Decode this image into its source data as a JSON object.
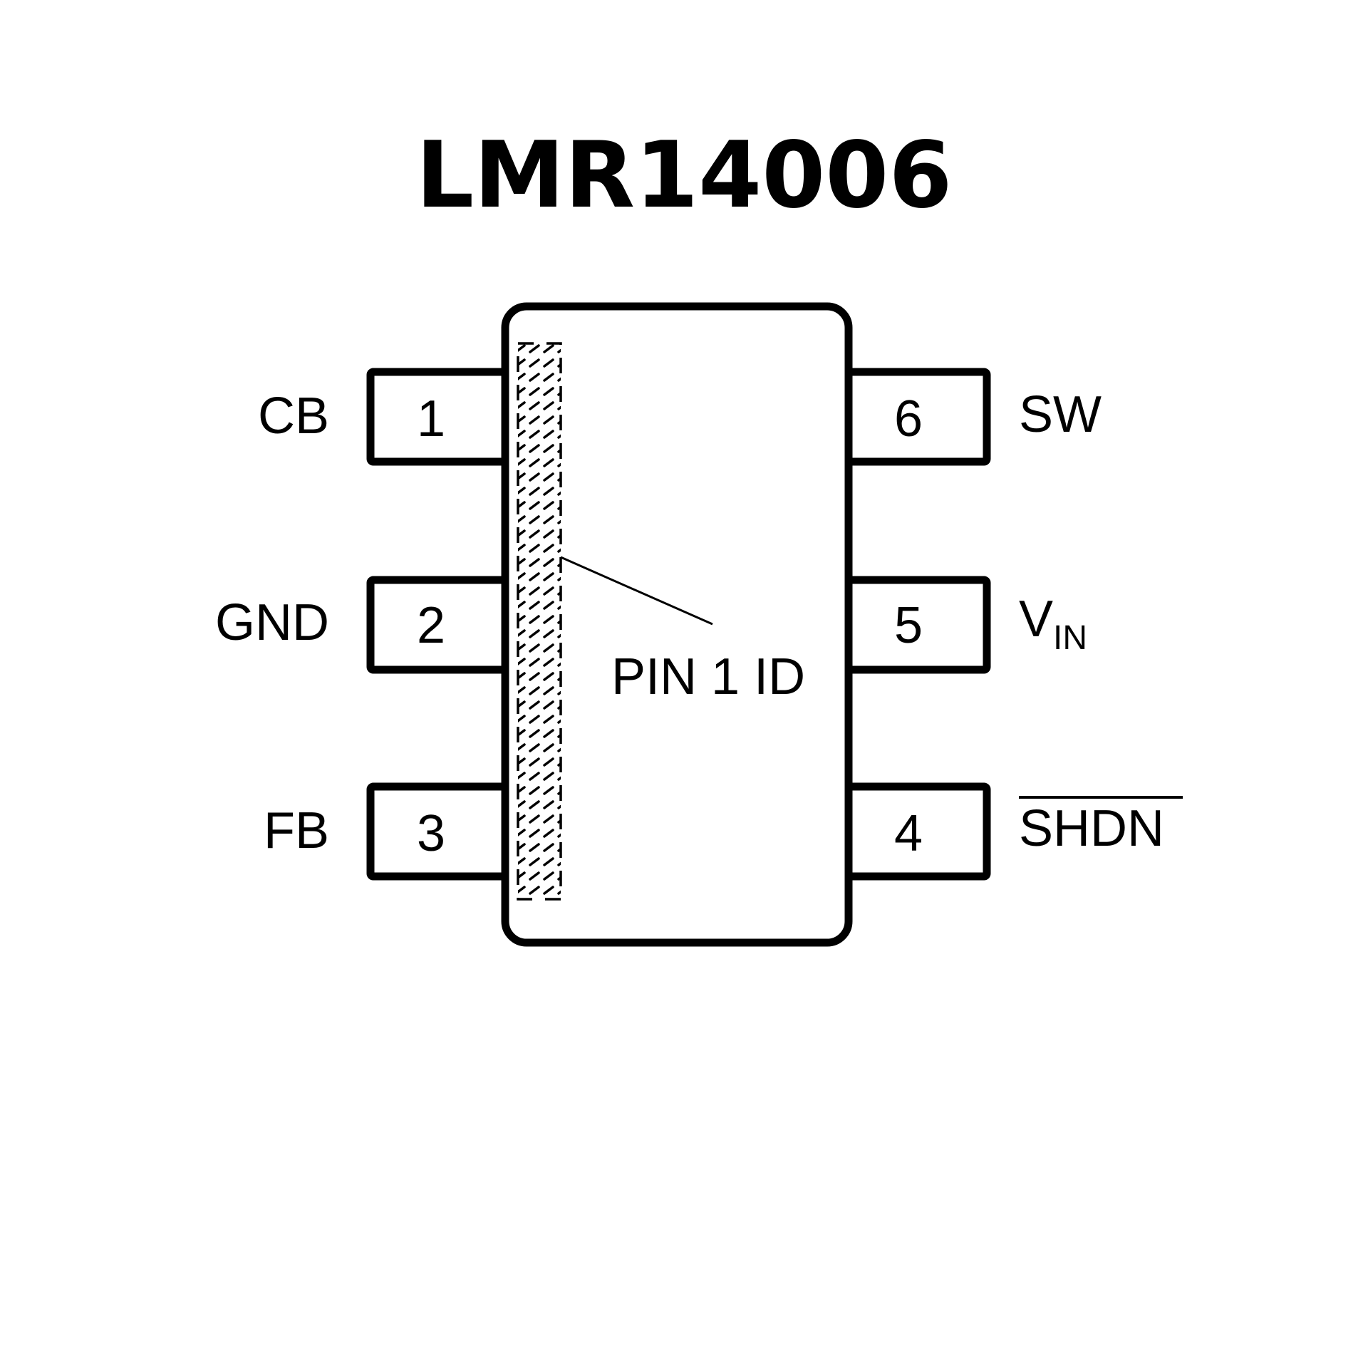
{
  "title": "LMR14006",
  "package": {
    "pin1_id_label": "PIN 1 ID",
    "outline_color": "#000000",
    "background_color": "#ffffff"
  },
  "pins": [
    {
      "number": "1",
      "name": "CB",
      "side": "left",
      "overbar": false,
      "subscript": ""
    },
    {
      "number": "2",
      "name": "GND",
      "side": "left",
      "overbar": false,
      "subscript": ""
    },
    {
      "number": "3",
      "name": "FB",
      "side": "left",
      "overbar": false,
      "subscript": ""
    },
    {
      "number": "4",
      "name": "SHDN",
      "side": "right",
      "overbar": true,
      "subscript": ""
    },
    {
      "number": "5",
      "name": "V",
      "side": "right",
      "overbar": false,
      "subscript": "IN"
    },
    {
      "number": "6",
      "name": "SW",
      "side": "right",
      "overbar": false,
      "subscript": ""
    }
  ]
}
